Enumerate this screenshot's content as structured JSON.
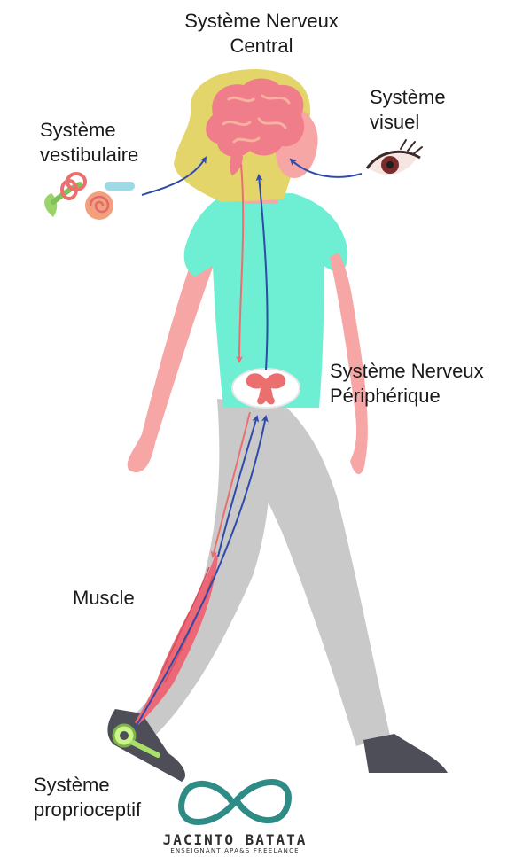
{
  "labels": {
    "snc_line1": "Système Nerveux",
    "snc_line2": "Central",
    "vestibular_line1": "Système",
    "vestibular_line2": "vestibulaire",
    "visual_line1": "Système",
    "visual_line2": "visuel",
    "snp_line1": "Système Nerveux",
    "snp_line2": "Périphérique",
    "muscle": "Muscle",
    "proprio_line1": "Système",
    "proprio_line2": "proprioceptif"
  },
  "brand": {
    "name": "JACINTO BATATA",
    "tagline": "ENSEIGNANT APA&S FREELANCE"
  },
  "colors": {
    "hair": "#e3d56a",
    "skin": "#f7a6a6",
    "shirt": "#6eeed2",
    "pants": "#c9c9c9",
    "shoes": "#4e4e58",
    "brain": "#f07d8a",
    "muscle": "#ec6876",
    "efferent_arrow": "#ec6f70",
    "afferent_arrow": "#2f4aa8",
    "logo": "#2f8b85"
  },
  "icons": [
    "brain-icon",
    "inner-ear-icon",
    "eye-icon",
    "spinal-cord-icon",
    "muscle-icon",
    "proprioceptor-icon",
    "infinity-logo-icon"
  ]
}
